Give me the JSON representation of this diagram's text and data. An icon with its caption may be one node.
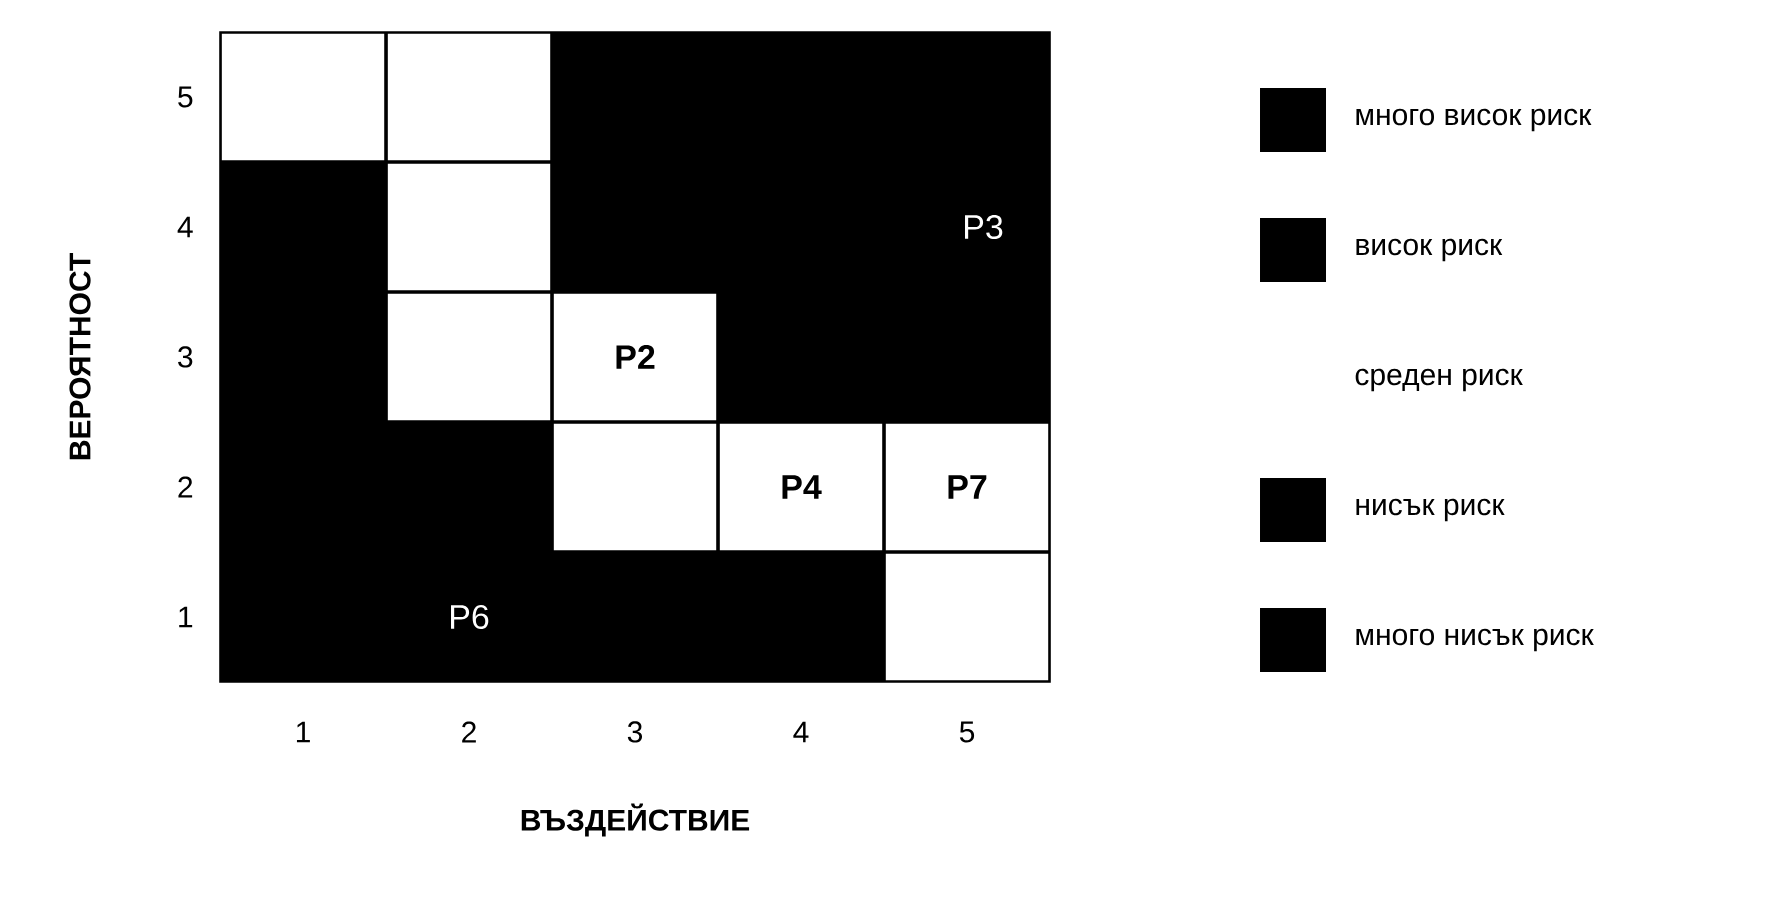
{
  "diagram": {
    "nodes": [
      {
        "text": [],
        "shape": "box"
      },
      {
        "text": [],
        "shape": "box"
      },
      {
        "text": [],
        "shape": "box"
      },
      {
        "text": [
          "P3"
        ]
      },
      {
        "text": [],
        "shape": "box"
      },
      {
        "text": [
          "P2"
        ]
      },
      {
        "text": [],
        "shape": "box"
      },
      {
        "text": [
          "P4"
        ]
      },
      {
        "text": [
          "P7"
        ]
      },
      {
        "text": [
          "P6"
        ]
      },
      {
        "text": [],
        "shape": "box"
      }
    ],
    "labels": [
      "5",
      "4",
      "3",
      "2",
      "1",
      "1",
      "2",
      "3",
      "4",
      "5",
      "ВЪЗДЕЙСТВИЕ",
      "ВЕРОЯТНОСТ"
    ],
    "legend": [
      {
        "text": "много висок риск",
        "color": "#000000"
      },
      {
        "text": "висок риск",
        "color": "#000000"
      },
      {
        "text": "среден риск"
      },
      {
        "text": "нисък риск",
        "color": "#000000"
      },
      {
        "text": "много нисък риск",
        "color": "#000000"
      }
    ]
  }
}
